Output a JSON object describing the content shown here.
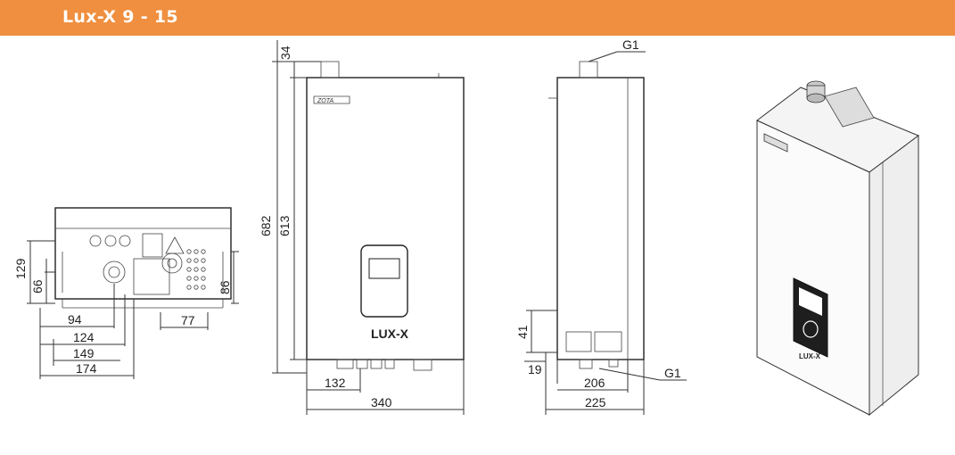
{
  "header": {
    "title": "Lux-X 9 - 15",
    "color": "#ef8f3f"
  },
  "bottom_view": {
    "dims": {
      "d129": "129",
      "d66": "66",
      "d86": "86",
      "d94": "94",
      "d124": "124",
      "d149": "149",
      "d174": "174",
      "d77": "77"
    }
  },
  "front_view": {
    "dims": {
      "d34": "34",
      "d682": "682",
      "d613": "613",
      "d132": "132",
      "d340": "340"
    },
    "panel_label": "LUX-X"
  },
  "side_view": {
    "dims": {
      "g1_top": "G1",
      "g1_bottom": "G1",
      "d41": "41",
      "d19": "19",
      "d206": "206",
      "d225": "225"
    }
  },
  "iso_view": {
    "panel_label": "LUX-X"
  }
}
